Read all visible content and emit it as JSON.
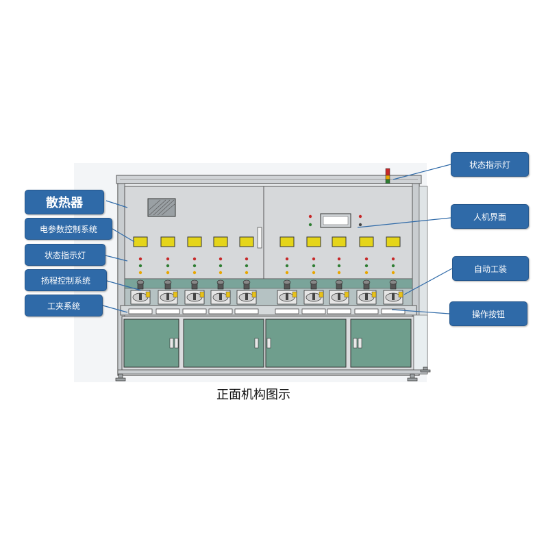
{
  "colors": {
    "callout_fill": "#2f6aa8",
    "frame": "#c9cdd0",
    "upper_panel": "#d6d8da",
    "lower_panel": "#6f9e8d",
    "display": "#e5d51a"
  },
  "callouts_left": [
    {
      "label": "散热器"
    },
    {
      "label": "电参数控制系统"
    },
    {
      "label": "状态指示灯"
    },
    {
      "label": "扬程控制系统"
    },
    {
      "label": "工夹系统"
    }
  ],
  "callouts_right": [
    {
      "label": "状态指示灯"
    },
    {
      "label": "人机界面"
    },
    {
      "label": "自动工装"
    },
    {
      "label": "操作按钮"
    }
  ],
  "caption": "正面机构图示"
}
